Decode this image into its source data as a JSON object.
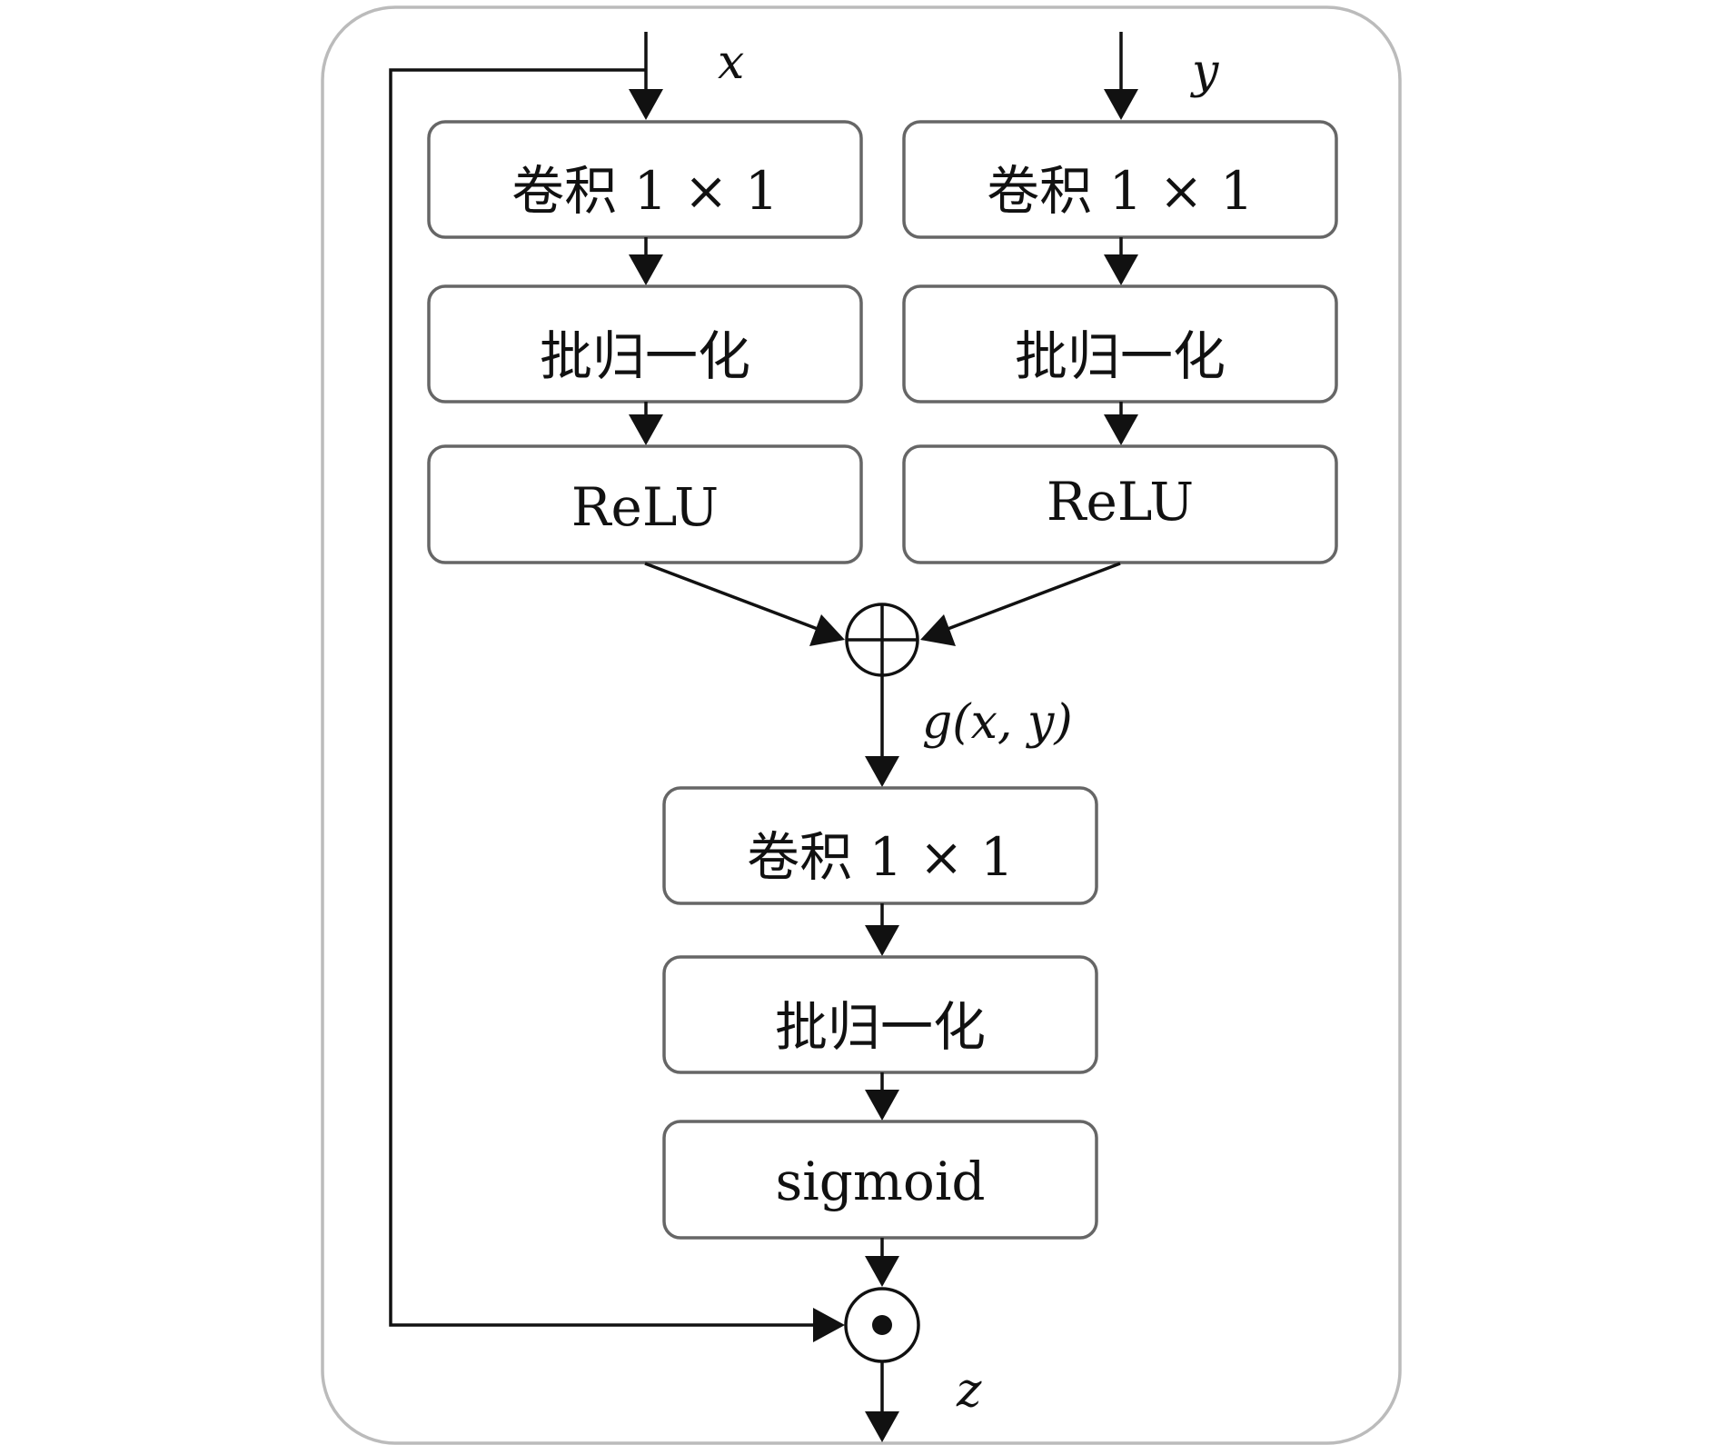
{
  "inputs": {
    "x": "x",
    "y": "y"
  },
  "left_branch": {
    "conv": "卷积 1 × 1",
    "bn": "批归一化",
    "act": "ReLU"
  },
  "right_branch": {
    "conv": "卷积 1 × 1",
    "bn": "批归一化",
    "act": "ReLU"
  },
  "sum_label": "g(x, y)",
  "bottom_branch": {
    "conv": "卷积 1 × 1",
    "bn": "批归一化",
    "act": "sigmoid"
  },
  "output": "z",
  "colors": {
    "box_border": "#666666",
    "frame_border": "#bbbbbb",
    "line": "#111111"
  },
  "icons": {
    "sum": "circled-plus-icon",
    "product": "circled-dot-icon"
  }
}
